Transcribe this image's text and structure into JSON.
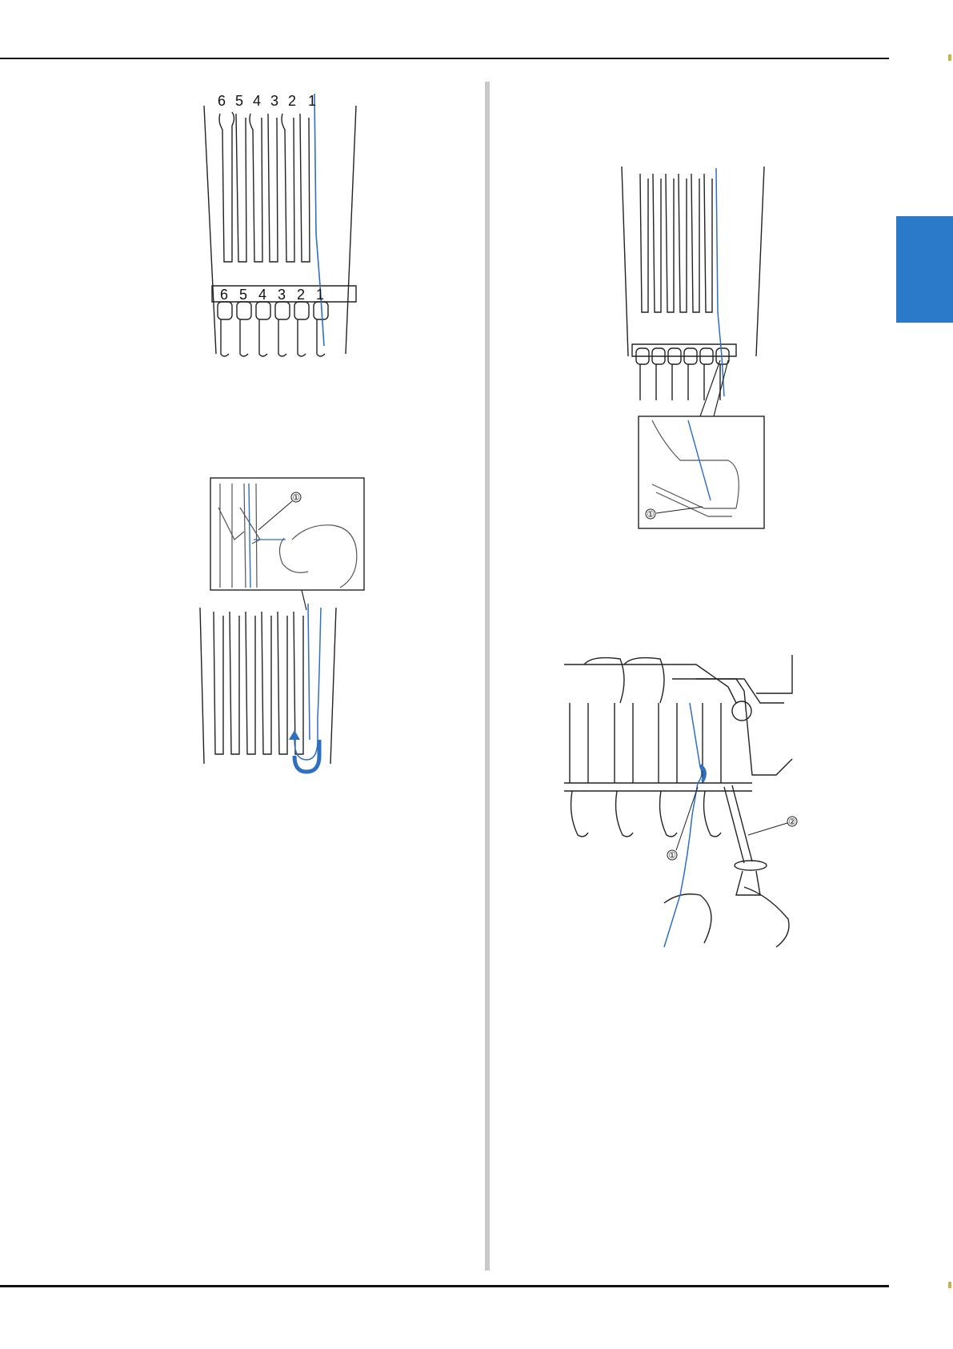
{
  "figures": {
    "fig1": {
      "top_numbers": [
        "6",
        "5",
        "4",
        "3",
        "2",
        "1"
      ],
      "bottom_numbers": [
        "6",
        "5",
        "4",
        "3",
        "2",
        "1"
      ]
    },
    "fig2": {
      "callout": "①"
    },
    "fig3": {
      "callout": "①"
    },
    "fig4": {
      "callouts": [
        "①",
        "②"
      ]
    }
  },
  "colors": {
    "thread": "#2e6fc2",
    "rule": "#111111",
    "divider": "#c8c8c8",
    "side_tab": "#2b7ac9"
  }
}
